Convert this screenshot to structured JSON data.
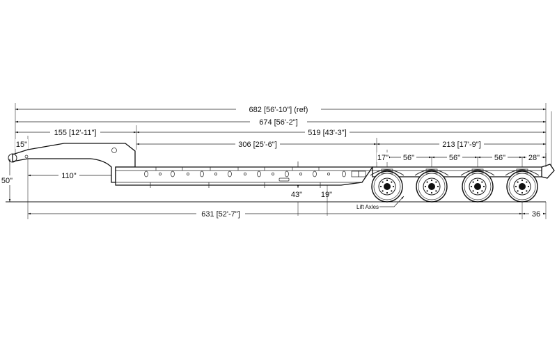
{
  "dimensions": {
    "overall_ref": "682 [56'-10\"] (ref)",
    "overall": "674 [56'-2\"]",
    "gooseneck": "155 [12'-11\"]",
    "deck_and_rear": "519 [43'-3\"]",
    "kingpin": "15\"",
    "deck": "306 [25'-6\"]",
    "rear_group": "213 [17'-9\"]",
    "axle_lead": "17\"",
    "axle_spacing_1": "56\"",
    "axle_spacing_2": "56\"",
    "axle_spacing_3": "56\"",
    "rear_overhang": "28\"",
    "neck_drop": "110\"",
    "height": "50\"",
    "deck_height_front": "43\"",
    "deck_height_rear": "19\"",
    "kingpin_to_axle": "631 [52'-7\"]",
    "rear_bumper": "36",
    "lift_axles_note": "Lift Axles"
  }
}
